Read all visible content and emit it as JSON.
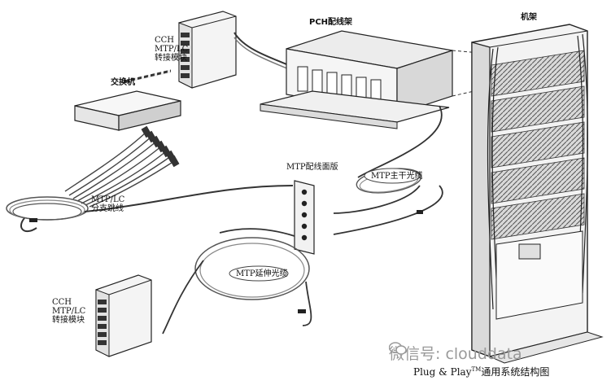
{
  "labels": {
    "pch_frame": "PCH配线架",
    "rack": "机架",
    "switch": "交换机",
    "cch_top": [
      "CCH",
      "MTP/LC",
      "转接模块"
    ],
    "cch_bottom": [
      "CCH",
      "MTP/LC",
      "转接模块"
    ],
    "mtp_lc_breakout": [
      "MTP/LC",
      "分支跳线"
    ],
    "mtp_panel": "MTP配线面版",
    "mtp_trunk": "MTP主干光缆",
    "mtp_extension": "MTP延伸光缆"
  },
  "caption": {
    "brand": "Plug & Play",
    "trademark": "TM",
    "title": "通用系统结构图"
  },
  "watermark": "微信号: clouddata"
}
